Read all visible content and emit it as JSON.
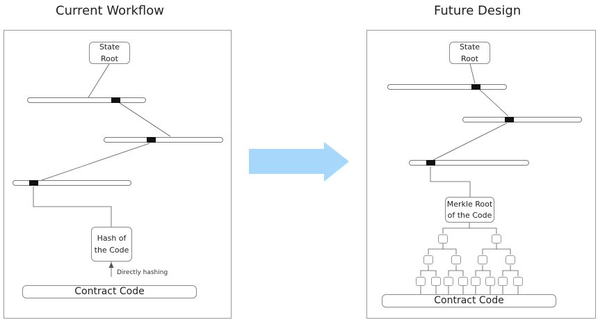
{
  "titles": {
    "left": "Current Workflow",
    "right": "Future Design"
  },
  "left_panel": {
    "state_root": "State Root",
    "hash_line1": "Hash of",
    "hash_line2": "the Code",
    "directly_hashing": "Directly hashing",
    "contract_code": "Contract Code"
  },
  "right_panel": {
    "state_root": "State Root",
    "merkle_line1": "Merkle Root",
    "merkle_line2": "of the Code",
    "contract_code": "Contract Code"
  },
  "colors": {
    "arrow": "#a7d8fb",
    "block": "#111111",
    "line": "#555555"
  }
}
